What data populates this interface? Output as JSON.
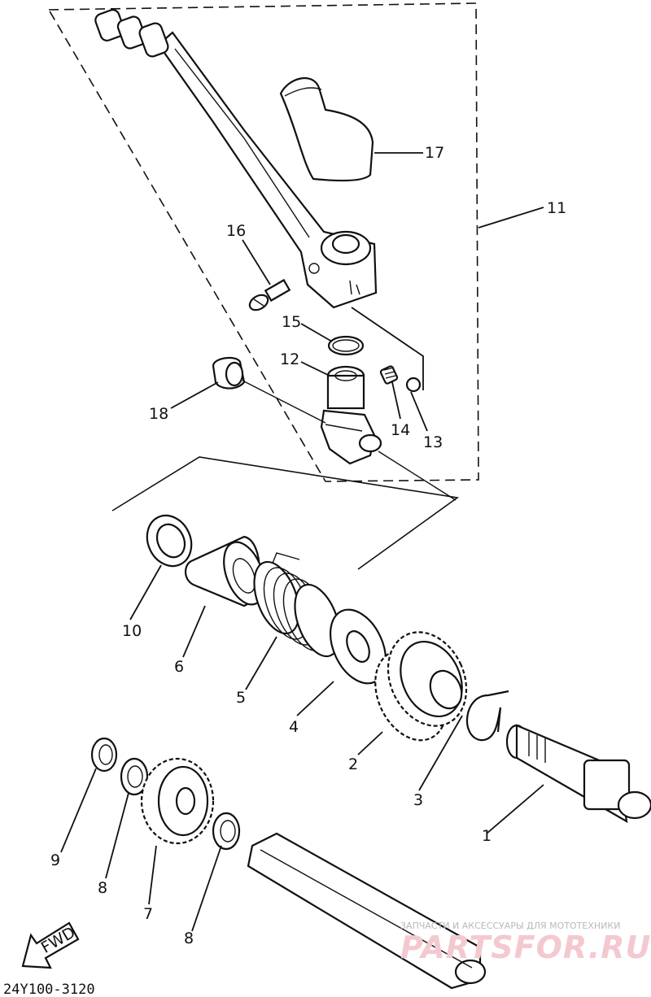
{
  "callouts": [
    {
      "id": "c17",
      "text": "17"
    },
    {
      "id": "c11",
      "text": "11"
    },
    {
      "id": "c16",
      "text": "16"
    },
    {
      "id": "c15",
      "text": "15"
    },
    {
      "id": "c12",
      "text": "12"
    },
    {
      "id": "c18",
      "text": "18"
    },
    {
      "id": "c14",
      "text": "14"
    },
    {
      "id": "c13",
      "text": "13"
    },
    {
      "id": "c10",
      "text": "10"
    },
    {
      "id": "c6",
      "text": "6"
    },
    {
      "id": "c5",
      "text": "5"
    },
    {
      "id": "c4",
      "text": "4"
    },
    {
      "id": "c2",
      "text": "2"
    },
    {
      "id": "c3",
      "text": "3"
    },
    {
      "id": "c1",
      "text": "1"
    },
    {
      "id": "c9",
      "text": "9"
    },
    {
      "id": "c8a",
      "text": "8"
    },
    {
      "id": "c7",
      "text": "7"
    },
    {
      "id": "c8b",
      "text": "8"
    }
  ],
  "fwd_label": "FWD",
  "diagram_code": "24Y100-3120",
  "watermark": {
    "tagline": "ЗАПЧАСТИ И АКСЕССУАРЫ ДЛЯ МОТОТЕХНИКИ",
    "brand": "PARTSFOR.RU"
  }
}
